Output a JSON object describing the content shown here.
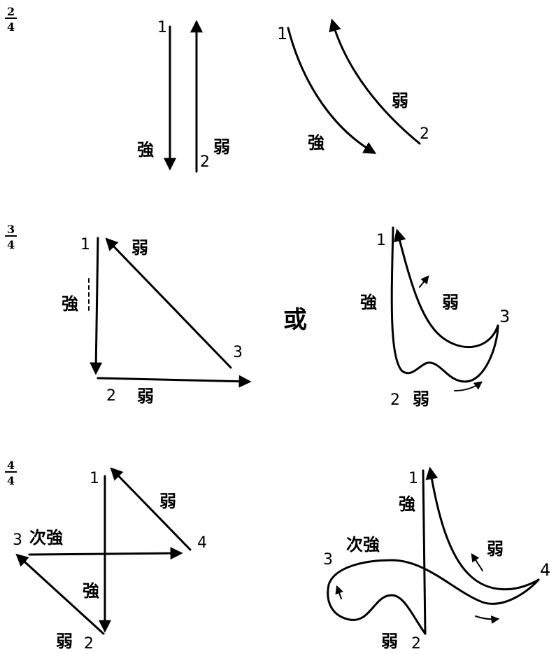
{
  "time_signatures": {
    "two_four": {
      "num": "2",
      "den": "4"
    },
    "three_four": {
      "num": "3",
      "den": "4"
    },
    "four_four": {
      "num": "4",
      "den": "4"
    }
  },
  "labels": {
    "strong": "強",
    "weak": "弱",
    "secondary_strong": "次強",
    "or": "或"
  },
  "beats": {
    "one": "1",
    "two": "2",
    "three": "3",
    "four": "4"
  }
}
